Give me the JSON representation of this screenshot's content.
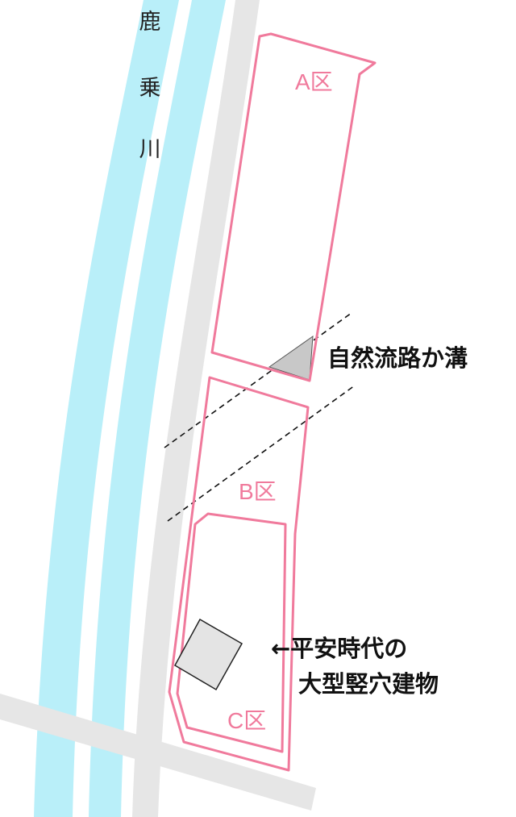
{
  "river": {
    "name_chars": [
      "鹿",
      "乗",
      "川"
    ],
    "water_color": "#b9eff9"
  },
  "road": {
    "color": "#e6e6e6"
  },
  "zones": {
    "color": "#f07a9c",
    "a_label": "A区",
    "b_label": "B区",
    "c_label": "C区"
  },
  "features": {
    "channel_label": "自然流路か溝",
    "dwelling_line1": "←平安時代の",
    "dwelling_line2": "大型竪穴建物",
    "channel_fill": "#c8c8c8",
    "dwelling_fill": "#e4e4e4"
  }
}
